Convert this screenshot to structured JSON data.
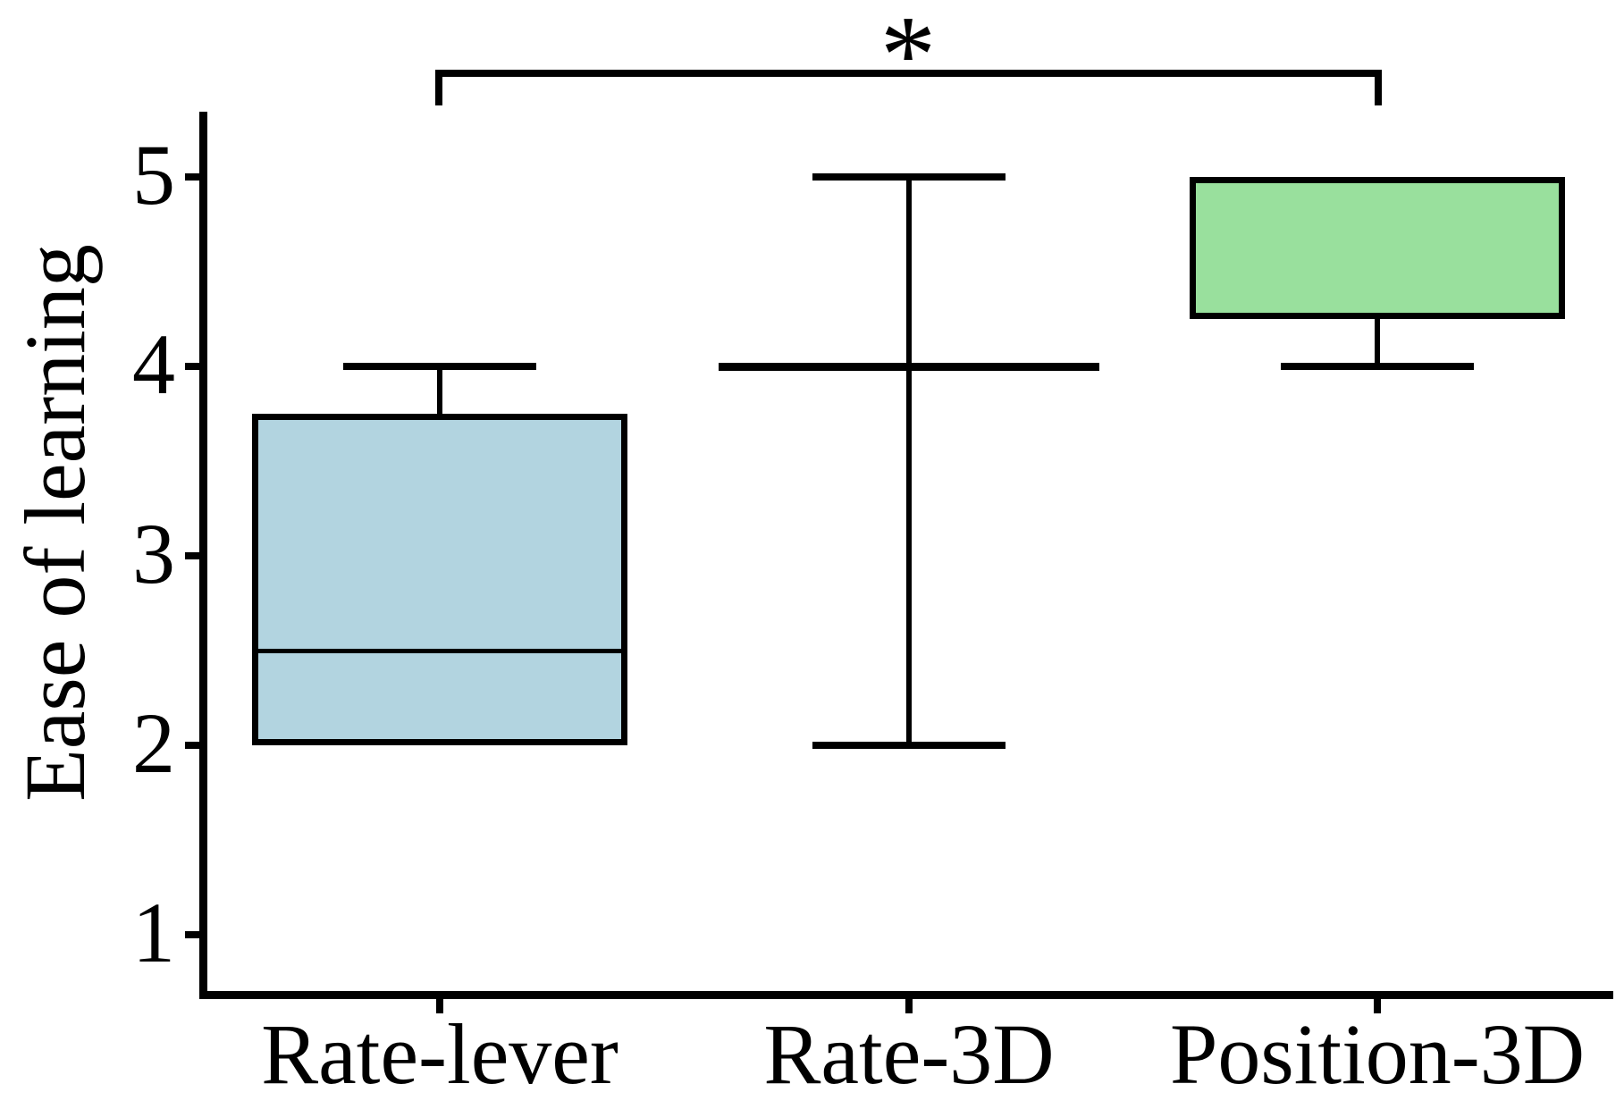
{
  "chart_data": {
    "type": "box",
    "title": "",
    "ylabel": "Ease of learning",
    "xlabel": "",
    "yticks": [
      5,
      4,
      3,
      2,
      1
    ],
    "ylim": [
      0.7,
      5.35
    ],
    "grid": false,
    "legend": null,
    "categories": [
      "Rate-lever",
      "Rate-3D",
      "Position-3D"
    ],
    "series": [
      {
        "name": "Rate-lever",
        "q1": 2,
        "median": 2.5,
        "q3": 3.75,
        "whisker_low": 2,
        "whisker_high": 4,
        "fill": "#B2D4E0"
      },
      {
        "name": "Rate-3D",
        "q1": 4,
        "median": 4,
        "q3": 4,
        "whisker_low": 2,
        "whisker_high": 5,
        "fill": "none"
      },
      {
        "name": "Position-3D",
        "q1": 4.25,
        "median": 5,
        "q3": 5,
        "whisker_low": 4,
        "whisker_high": 5,
        "fill": "#99E09D"
      }
    ],
    "significance": {
      "from": "Rate-lever",
      "to": "Position-3D",
      "label": "*"
    },
    "colors": {
      "axis": "#000000",
      "rate_lever_fill": "#B2D4E0",
      "position_3d_fill": "#99E09D"
    }
  }
}
